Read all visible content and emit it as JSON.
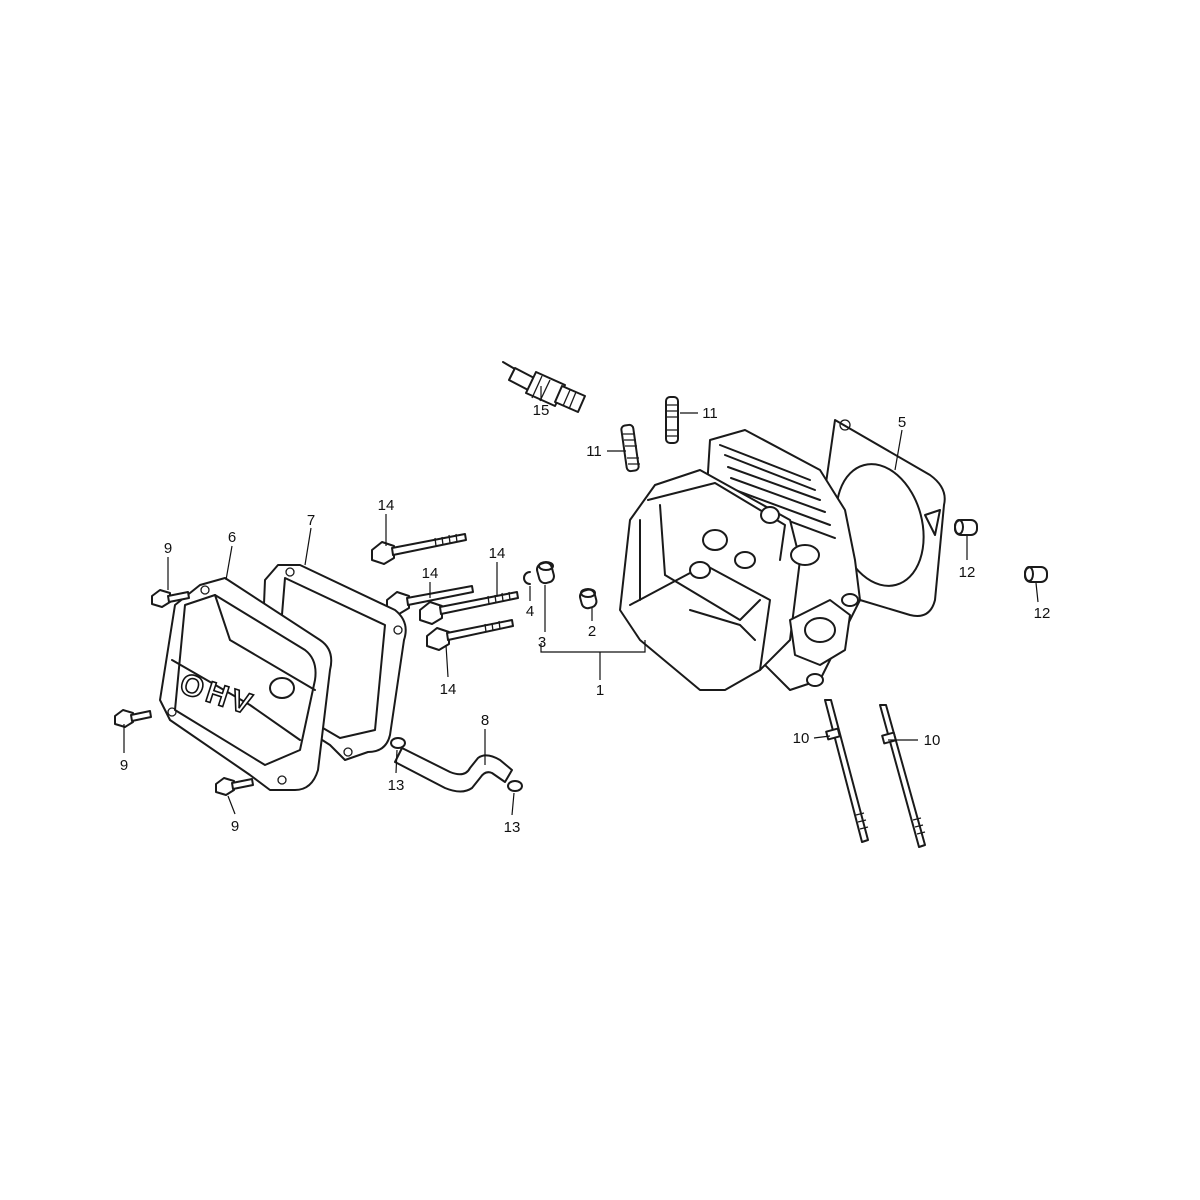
{
  "diagram": {
    "cover_lettering": "OHV",
    "callouts": [
      "15",
      "11",
      "11",
      "5",
      "14",
      "7",
      "6",
      "9",
      "14",
      "14",
      "12",
      "12",
      "4",
      "3",
      "2",
      "1",
      "14",
      "10",
      "10",
      "9",
      "8",
      "13",
      "9",
      "13"
    ]
  }
}
